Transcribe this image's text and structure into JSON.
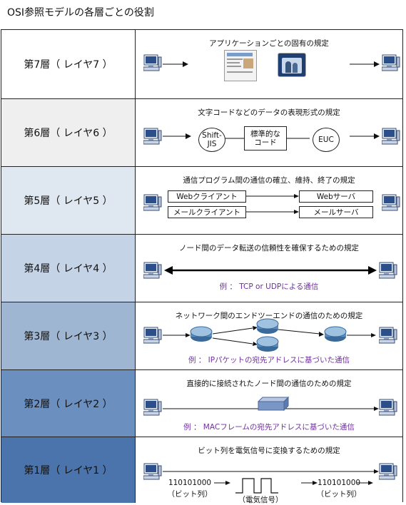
{
  "title": "OSI参照モデルの各層ごとの役割",
  "layers": [
    {
      "label": "第7層（ レイヤ7 ）",
      "desc": "アプリケーションごとの固有の規定",
      "bg": "#ffffff"
    },
    {
      "label": "第6層（ レイヤ6 ）",
      "desc": "文字コードなどのデータの表現形式の規定",
      "bg": "#efefef",
      "codes": {
        "left": "Shift-\nJIS",
        "mid": "標準的な\nコード",
        "right": "EUC"
      }
    },
    {
      "label": "第5層（ レイヤ5 ）",
      "desc": "通信プログラム間の通信の確立、維持、終了の規定",
      "bg": "#dfe7f1",
      "clients": [
        "Webクライアント",
        "メールクライアント"
      ],
      "servers": [
        "Webサーバ",
        "メールサーバ"
      ]
    },
    {
      "label": "第4層（ レイヤ4 ）",
      "desc": "ノード間のデータ転送の信頼性を確保するための規定",
      "bg": "#c4d3e6",
      "example": "例 ： TCP or UDPによる通信"
    },
    {
      "label": "第3層（ レイヤ3 ）",
      "desc": "ネットワーク間のエンドツーエンドの通信のための規定",
      "bg": "#9fb6d3",
      "example": "例 ： IPパケットの宛先アドレスに基づいた通信"
    },
    {
      "label": "第2層（ レイヤ2 ）",
      "desc": "直接的に接続されたノード間の通信のための規定",
      "bg": "#6b8fbf",
      "example": "例 ： MACフレームの宛先アドレスに基づいた通信"
    },
    {
      "label": "第1層（ レイヤ1 ）",
      "desc": "ビット列を電気信号に変換するための規定",
      "bg": "#4a74ab",
      "bits_left": "110101000",
      "bits_left_sub": "（ビット列）",
      "signal": "（電気信号）",
      "bits_right": "110101000",
      "bits_right_sub": "（ビット列）"
    }
  ],
  "colors": {
    "example": "#7030a0"
  }
}
